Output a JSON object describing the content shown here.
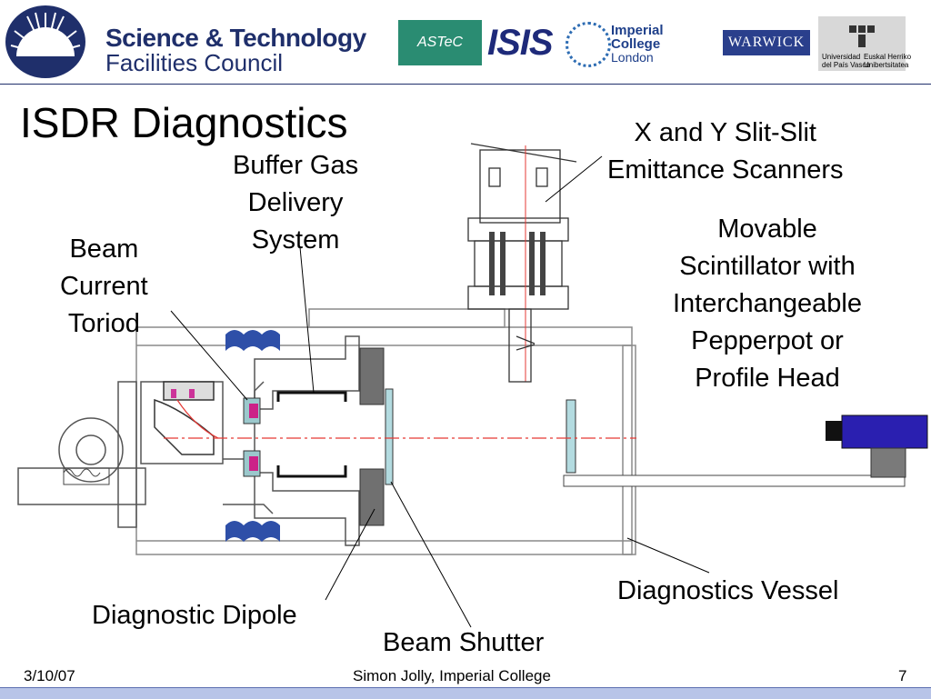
{
  "header": {
    "org_name_line1": "Science & Technology",
    "org_name_line2": "Facilities Council",
    "logos": {
      "astec": "ASTeC",
      "isis": "ISIS",
      "imperial_line1": "Imperial College",
      "imperial_line2": "London",
      "warwick": "WARWICK",
      "ehu_left": "Universidad\ndel País Vasco",
      "ehu_right": "Euskal Herriko\nUnibertsitatea"
    }
  },
  "slide": {
    "title": "ISDR Diagnostics",
    "labels": {
      "buffer_gas": "Buffer Gas\nDelivery\nSystem",
      "beam_current": "Beam\nCurrent\nToriod",
      "emittance": "X and Y Slit-Slit\nEmittance Scanners",
      "scintillator": "Movable\nScintillator with\nInterchangeable\nPepperpot or\nProfile Head",
      "vessel": "Diagnostics Vessel",
      "dipole": "Diagnostic Dipole",
      "shutter": "Beam Shutter"
    }
  },
  "footer": {
    "date": "3/10/07",
    "author": "Simon Jolly, Imperial College",
    "page": "7"
  },
  "colors": {
    "brand_navy": "#1f2f6b",
    "beam_red": "#e53935",
    "dipole_gray": "#707070",
    "shutter_blue": "#b3dbe0",
    "camera_blue": "#2a1fb0",
    "footer_bar": "#b8c4e8"
  }
}
